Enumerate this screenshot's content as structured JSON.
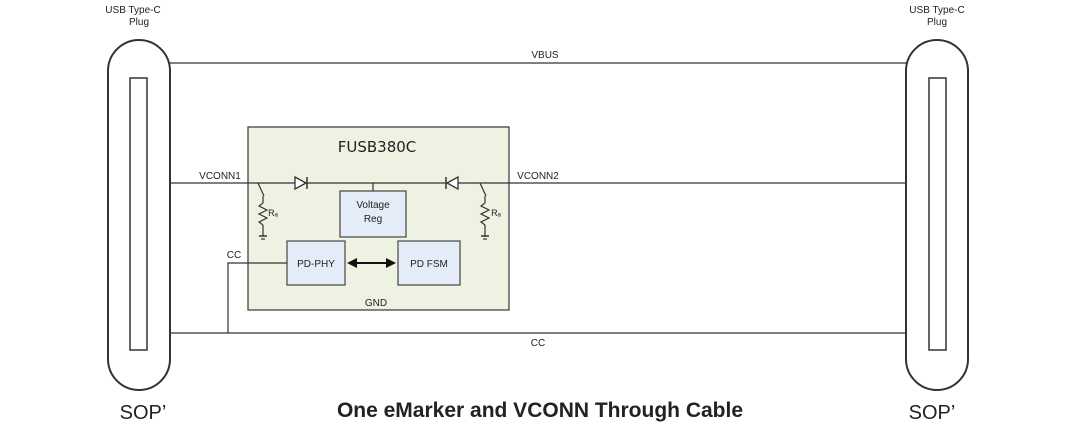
{
  "diagram": {
    "title": "One eMarker and VCONN Through Cable",
    "left_plug": {
      "label_line1": "USB Type-C",
      "label_line2": "Plug",
      "sop_label": "SOP’"
    },
    "right_plug": {
      "label_line1": "USB Type-C",
      "label_line2": "Plug",
      "sop_label": "SOP’"
    },
    "wires": {
      "vbus": "VBUS",
      "vconn1": "VCONN1",
      "vconn2": "VCONN2",
      "cc_top": "CC",
      "cc_bottom": "CC",
      "gnd": "GND"
    },
    "chip": {
      "name": "FUSB380C",
      "voltage_reg_line1": "Voltage",
      "voltage_reg_line2": "Reg",
      "pd_phy": "PD-PHY",
      "pd_fsm": "PD FSM",
      "ra_left": "Rₐ",
      "ra_right": "Rₐ"
    },
    "colors": {
      "chip_fill": "#eef2e3",
      "box_fill": "#e4ecf7",
      "box_stroke": "#444444",
      "line": "#333333"
    }
  }
}
